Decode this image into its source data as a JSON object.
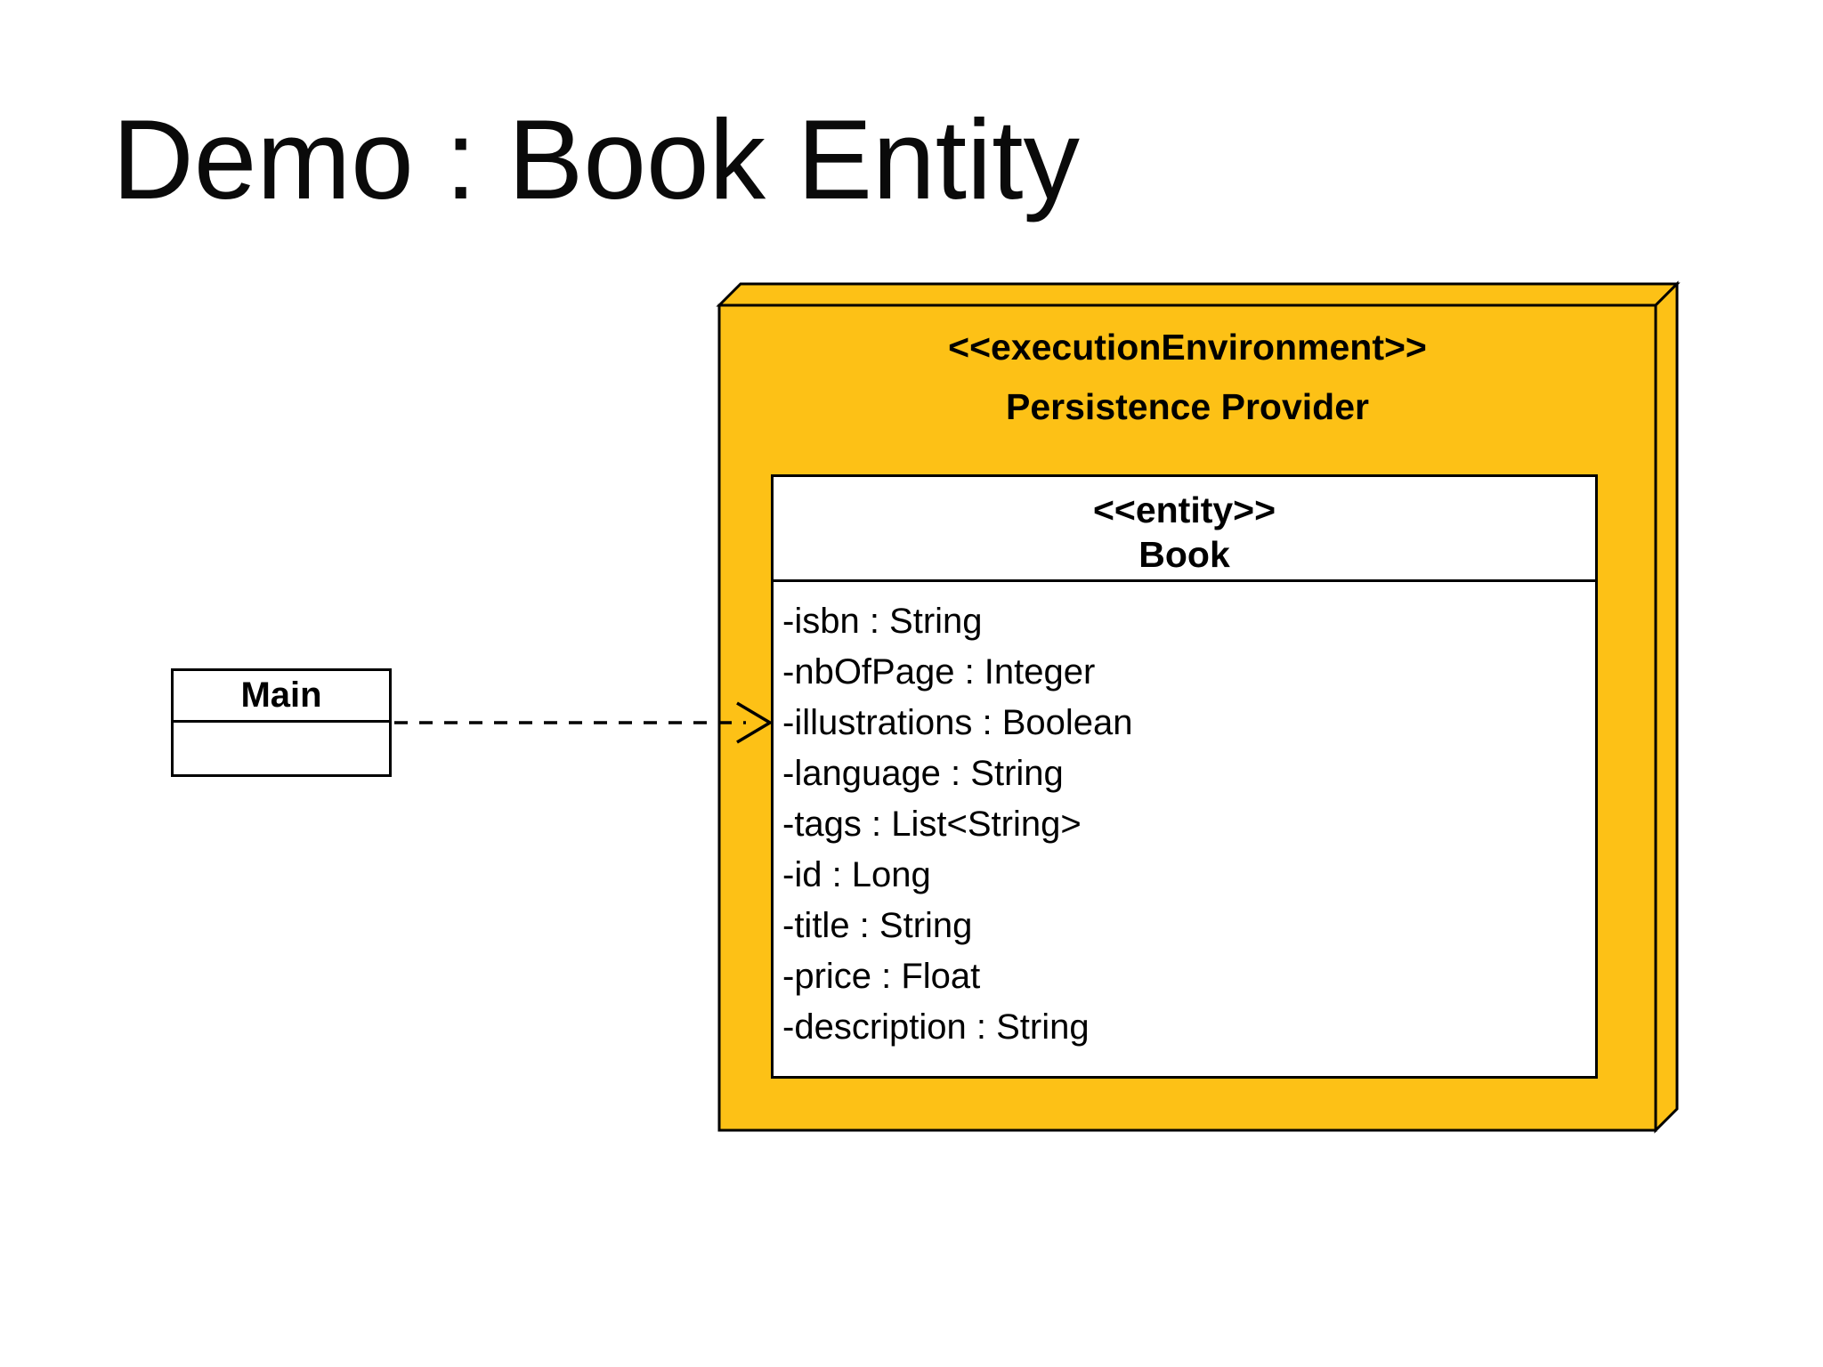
{
  "slide": {
    "title": "Demo : Book Entity"
  },
  "colors": {
    "node_fill": "#FDC116",
    "border": "#000000",
    "entity_fill": "#FFFFFF",
    "text": "#000000",
    "background": "#FFFFFF"
  },
  "diagram": {
    "execution_node": {
      "stereotype": "<<executionEnvironment>>",
      "name": "Persistence Provider",
      "shape": "uml-3d-node"
    },
    "entity_class": {
      "stereotype": "<<entity>>",
      "name": "Book",
      "attributes": [
        "-isbn : String",
        "-nbOfPage : Integer",
        "-illustrations : Boolean",
        "-language : String",
        "-tags : List<String>",
        "-id : Long",
        "-title : String",
        "-price : Float",
        "-description : String"
      ]
    },
    "main_class": {
      "name": "Main"
    },
    "relationship": {
      "type": "dependency",
      "style": "dashed-open-arrow",
      "from": "Main",
      "to": "Book"
    }
  }
}
